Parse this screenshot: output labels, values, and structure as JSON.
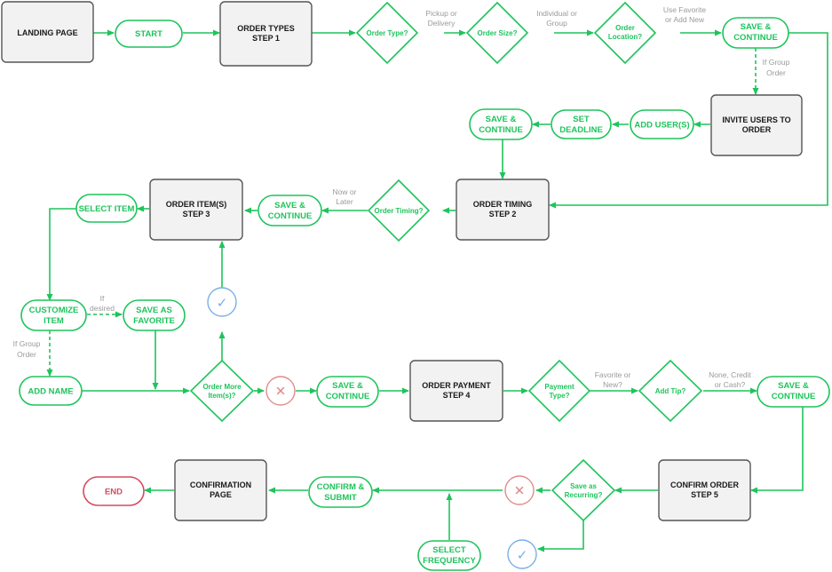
{
  "colors": {
    "accent": "#1ec45c",
    "screen_fill": "#f2f2f2",
    "screen_stroke": "#555555",
    "end": "#d64a60",
    "reject": "#e08a8a",
    "approve": "#7aaee6",
    "note": "#9a9a9a"
  },
  "screens": {
    "landing_page": [
      "LANDING PAGE"
    ],
    "order_types": [
      "ORDER TYPES",
      "STEP 1"
    ],
    "invite_users": [
      "INVITE USERS TO",
      "ORDER"
    ],
    "order_timing": [
      "ORDER TIMING",
      "STEP 2"
    ],
    "order_items": [
      "ORDER ITEM(S)",
      "STEP 3"
    ],
    "order_payment": [
      "ORDER PAYMENT",
      "STEP 4"
    ],
    "confirm_order": [
      "CONFIRM ORDER",
      "STEP 5"
    ],
    "confirmation_page": [
      "CONFIRMATION",
      "PAGE"
    ]
  },
  "actions": {
    "start": [
      "START"
    ],
    "save_continue_1": [
      "SAVE &",
      "CONTINUE"
    ],
    "add_users": [
      "ADD USER(S)"
    ],
    "set_deadline": [
      "SET",
      "DEADLINE"
    ],
    "save_continue_2": [
      "SAVE &",
      "CONTINUE"
    ],
    "save_continue_3": [
      "SAVE &",
      "CONTINUE"
    ],
    "select_item": [
      "SELECT ITEM"
    ],
    "customize_item": [
      "CUSTOMIZE",
      "ITEM"
    ],
    "save_as_favorite": [
      "SAVE AS",
      "FAVORITE"
    ],
    "add_name": [
      "ADD NAME"
    ],
    "save_continue_4": [
      "SAVE &",
      "CONTINUE"
    ],
    "save_continue_5": [
      "SAVE &",
      "CONTINUE"
    ],
    "confirm_submit": [
      "CONFIRM &",
      "SUBMIT"
    ],
    "select_frequency": [
      "SELECT",
      "FREQUENCY"
    ]
  },
  "end": [
    "END"
  ],
  "decisions": {
    "order_type": [
      "Order Type?"
    ],
    "order_size": [
      "Order Size?"
    ],
    "order_location": [
      "Order",
      "Location?"
    ],
    "order_timing": [
      "Order Timing?"
    ],
    "order_more_items": [
      "Order More",
      "Item(s)?"
    ],
    "payment_type": [
      "Payment",
      "Type?"
    ],
    "add_tip": [
      "Add Tip?"
    ],
    "save_as_recurring": [
      "Save as",
      "Recurring?"
    ]
  },
  "notes": {
    "pickup_or_delivery": [
      "Pickup or",
      "Delivery"
    ],
    "individual_or_group": [
      "Individual or",
      "Group"
    ],
    "use_favorite_or_add_new": [
      "Use Favorite",
      "or Add New"
    ],
    "if_group_order_1": [
      "If Group",
      "Order"
    ],
    "now_or_later": [
      "Now or",
      "Later"
    ],
    "if_desired": [
      "If",
      "desired"
    ],
    "if_group_order_2": [
      "If Group",
      "Order"
    ],
    "favorite_or_new": [
      "Favorite or",
      "New?"
    ],
    "none_credit_or_cash": [
      "None, Credit",
      "or Cash?"
    ]
  },
  "marks": {
    "reject": "✕",
    "approve": "✓"
  }
}
